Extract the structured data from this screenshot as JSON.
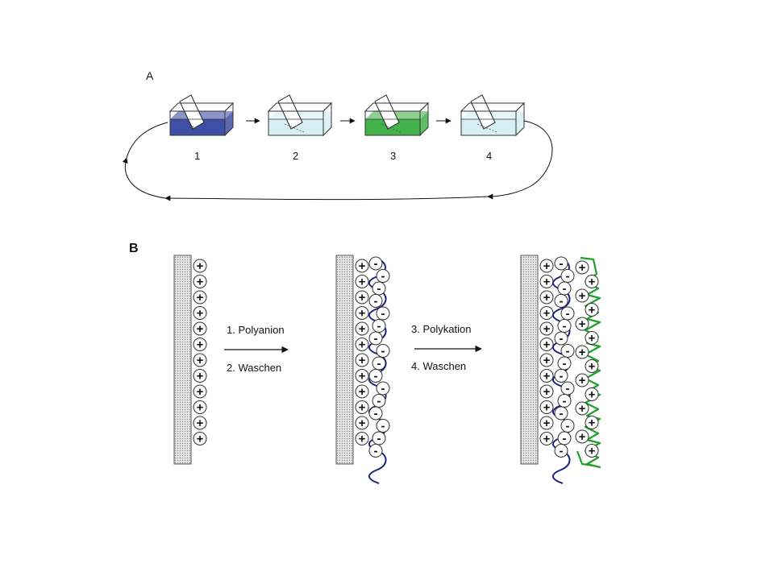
{
  "panel_a": {
    "label": "A",
    "steps": [
      {
        "number": "1",
        "fill": "#3f4fa6"
      },
      {
        "number": "2",
        "fill": "#d6eef4"
      },
      {
        "number": "3",
        "fill": "#44b24a"
      },
      {
        "number": "4",
        "fill": "#d6eef4"
      }
    ]
  },
  "panel_b": {
    "label": "B",
    "arrow1_top": "1. Polyanion",
    "arrow1_bottom": "2. Waschen",
    "arrow2_top": "3. Polykation",
    "arrow2_bottom": "4. Waschen",
    "plus_sign": "+",
    "minus_sign": "-",
    "polyanion_color": "#1a237e",
    "polycation_color": "#1fa02a"
  }
}
